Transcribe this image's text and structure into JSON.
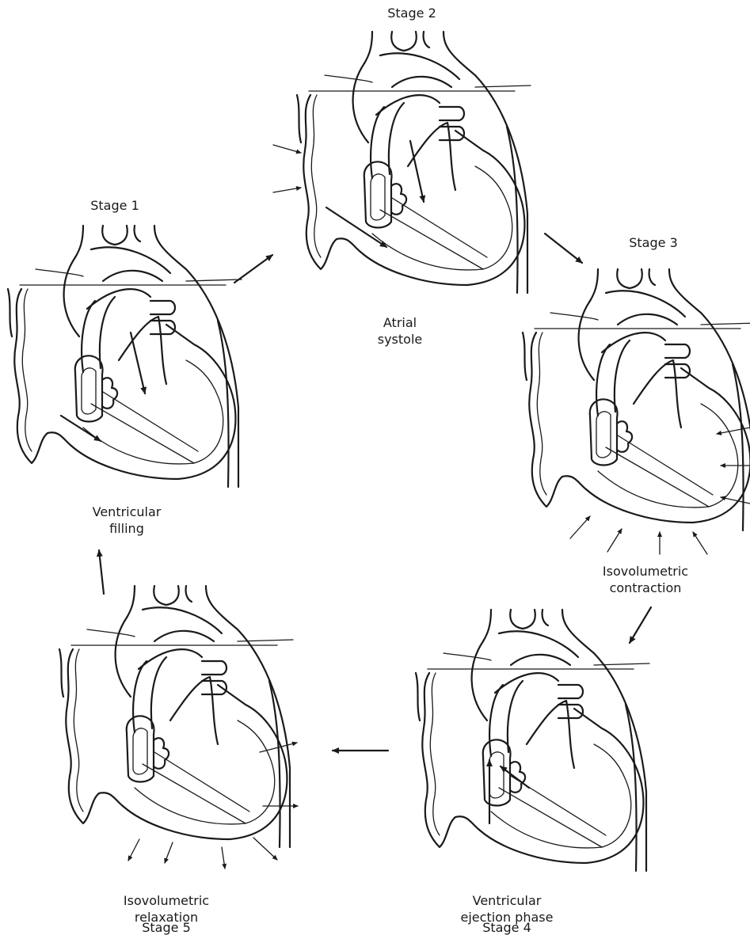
{
  "stages": [
    {
      "id": "stage1",
      "title": "Stage 1",
      "caption": "Ventricular\nfilling"
    },
    {
      "id": "stage2",
      "title": "Stage 2",
      "caption": "Atrial\nsystole"
    },
    {
      "id": "stage3",
      "title": "Stage 3",
      "caption": "Isovolumetric\ncontraction"
    },
    {
      "id": "stage4",
      "title": "Stage 4",
      "caption": "Ventricular\nejection phase"
    },
    {
      "id": "stage5",
      "title": "Stage 5",
      "caption": "Isovolumetric\nrelaxation"
    }
  ],
  "colors": {
    "line": "#1a1a1a",
    "background": "#ffffff"
  }
}
